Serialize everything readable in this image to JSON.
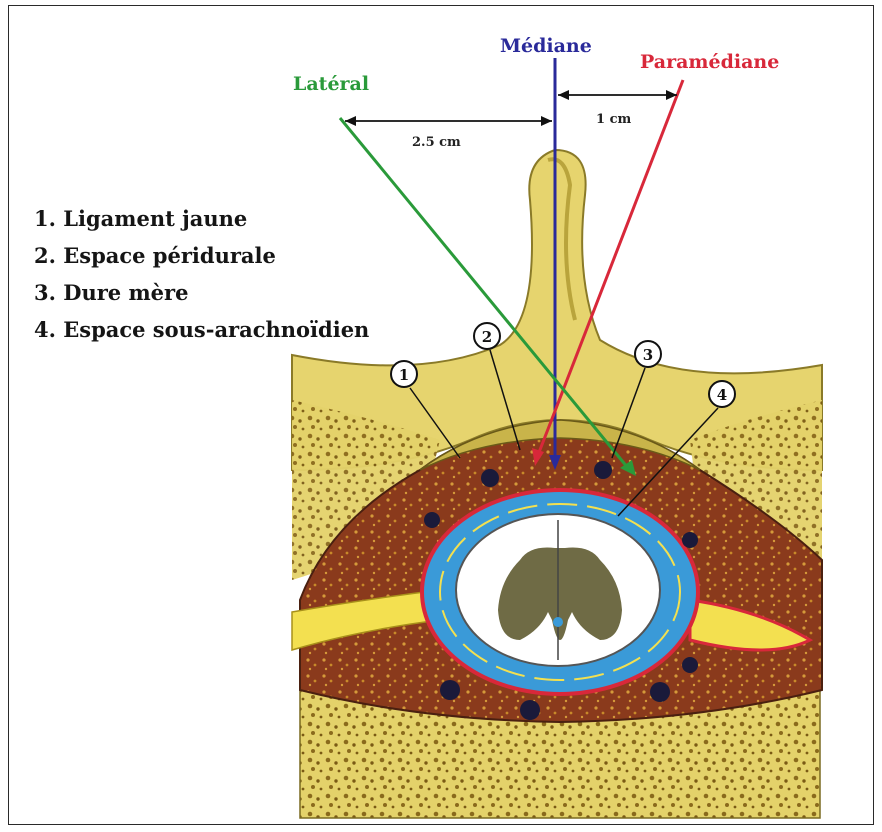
{
  "approaches": {
    "mediane": {
      "label": "Médiane",
      "color": "#2a2a9a"
    },
    "laterale": {
      "label": "Latéral",
      "color": "#2a9a3a"
    },
    "paramediane": {
      "label": "Paramédiane",
      "color": "#d8283a"
    }
  },
  "measurements": {
    "lateral_distance": "2.5 cm",
    "paramedian_distance": "1 cm"
  },
  "legend": [
    "1. Ligament jaune",
    "2. Espace péridurale",
    "3. Dure mère",
    "4. Espace sous-arachnoïdien"
  ],
  "callout_numbers": [
    "1",
    "2",
    "3",
    "4"
  ],
  "colors": {
    "bone": "#e6d46e",
    "bone_dark": "#b9a43c",
    "epidural_fat": "#8a3a1c",
    "dura": "#d8283a",
    "csf": "#3a9ad8",
    "cord": "#ffffff",
    "grey_matter": "#6f6b45"
  }
}
